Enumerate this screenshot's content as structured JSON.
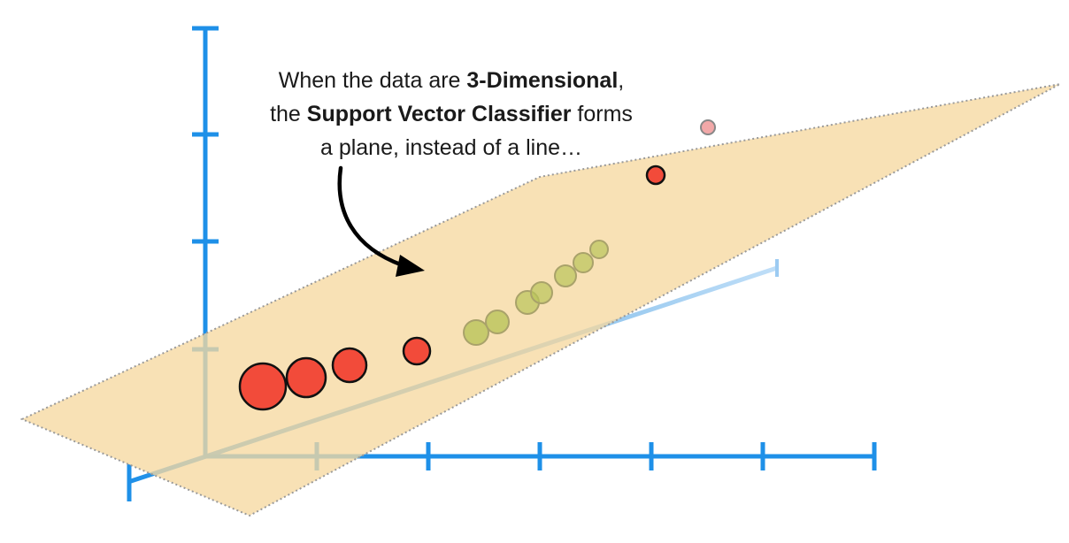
{
  "caption": {
    "line1_pre": "When the data are ",
    "line1_bold": "3-Dimensional",
    "line1_post": ",",
    "line2_pre": "the ",
    "line2_bold": "Support Vector Classifier",
    "line2_post": " forms",
    "line3": "a plane, instead of a line…"
  },
  "colors": {
    "axis": "#1e90e8",
    "depth_axis": "#1e90e8",
    "plane_fill": "#f6d9a0",
    "plane_edge": "#a0a0a0",
    "red_point": "#f24b3a",
    "green_point": "#c2c86e",
    "faded_red_point": "#f2a0a0",
    "arrow": "#000000"
  },
  "points": {
    "red": [
      {
        "label": "red-point-1"
      },
      {
        "label": "red-point-2"
      },
      {
        "label": "red-point-3"
      },
      {
        "label": "red-point-4"
      },
      {
        "label": "red-point-5"
      },
      {
        "label": "red-point-6"
      }
    ],
    "green": [
      {
        "label": "green-point-1"
      },
      {
        "label": "green-point-2"
      },
      {
        "label": "green-point-3"
      },
      {
        "label": "green-point-4"
      },
      {
        "label": "green-point-5"
      },
      {
        "label": "green-point-6"
      },
      {
        "label": "green-point-7"
      }
    ]
  }
}
